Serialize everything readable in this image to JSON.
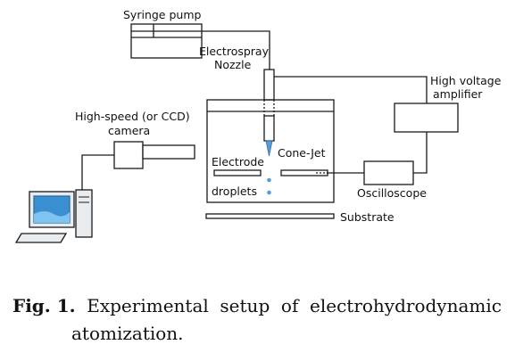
{
  "labels": {
    "syringe_pump": "Syringe pump",
    "electrospray": "Electrospray",
    "nozzle": "Nozzle",
    "high_voltage": "High voltage",
    "amplifier": "amplifier",
    "camera_line1": "High-speed (or CCD)",
    "camera_line2": "camera",
    "electrode": "Electrode",
    "cone_jet": "Cone-Jet",
    "droplets": "droplets",
    "oscilloscope": "Oscilloscope",
    "substrate": "Substrate"
  },
  "caption": {
    "prefix": "Fig. 1.",
    "words_line1": [
      "Experimental",
      "setup",
      "of",
      "electrohydrodynamic"
    ],
    "line2": "atomization."
  },
  "colors": {
    "line": "#1a1a1a",
    "jet": "#5b9bd5",
    "monitor_screen": "#3a8fd0"
  }
}
